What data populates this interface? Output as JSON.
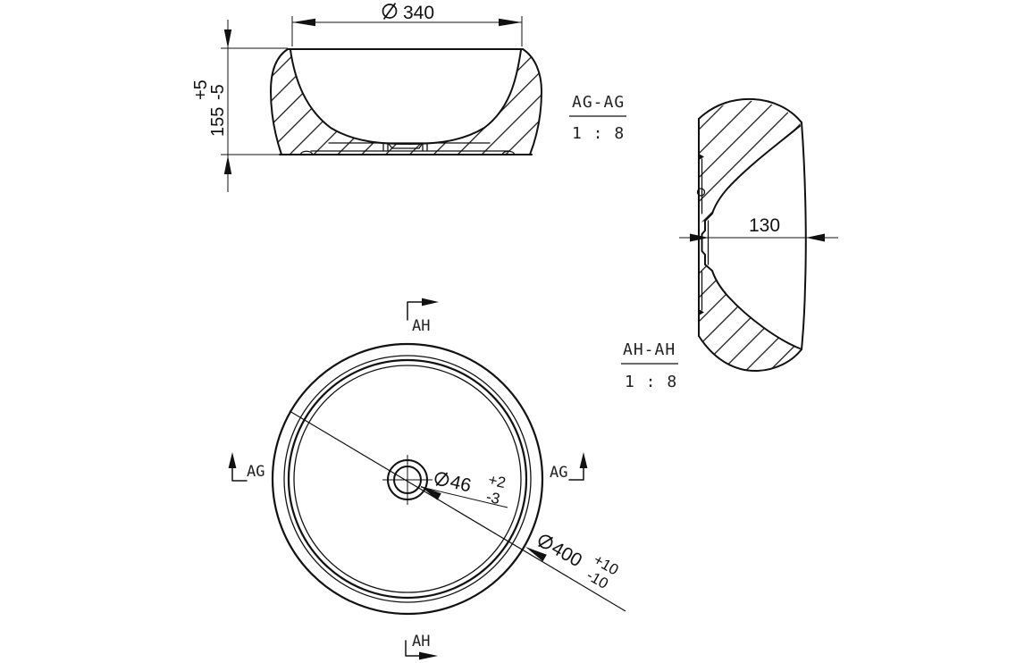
{
  "drawing": {
    "background": "#ffffff",
    "line_color": "#111111",
    "views": {
      "section_ag": {
        "label": "AG-AG",
        "scale": "1 : 8",
        "dim_diameter": {
          "symbol": "⌀",
          "value": "340"
        },
        "dim_height": {
          "value": "155",
          "tol_plus": "+5",
          "tol_minus": "-5"
        }
      },
      "section_ah": {
        "label": "AH-AH",
        "scale": "1 : 8",
        "dim_width": {
          "value": "130"
        }
      },
      "plan": {
        "marker_ah_top": "AH",
        "marker_ah_bottom": "AH",
        "marker_ag_left": "AG",
        "marker_ag_right": "AG",
        "dim_drain": {
          "symbol": "⌀",
          "value": "46",
          "tol_plus": "+2",
          "tol_minus": "-3"
        },
        "dim_rim": {
          "symbol": "⌀",
          "value": "400",
          "tol_plus": "+10",
          "tol_minus": "-10"
        }
      }
    }
  }
}
